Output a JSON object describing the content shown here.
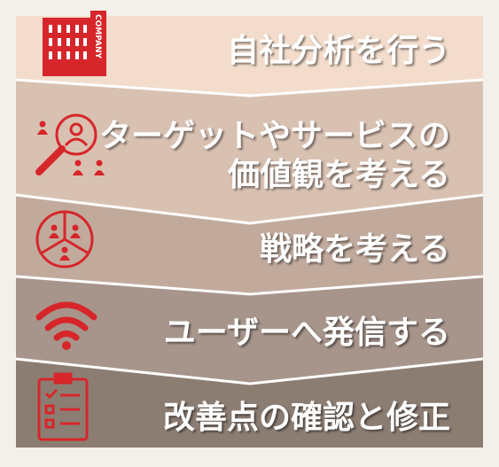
{
  "steps": [
    {
      "label": "自社分析を行う",
      "icon": "company-building-icon",
      "color": "#f3dccb"
    },
    {
      "label_line1": "ターゲットやサービスの",
      "label_line2": "価値観を考える",
      "icon": "target-search-icon",
      "color": "#d9c1b2"
    },
    {
      "label": "戦略を考える",
      "icon": "strategy-pie-icon",
      "color": "#c1aa9c"
    },
    {
      "label": "ユーザーへ発信する",
      "icon": "wifi-broadcast-icon",
      "color": "#a7958b"
    },
    {
      "label": "改善点の確認と修正",
      "icon": "clipboard-checklist-icon",
      "color": "#8c7d73"
    }
  ],
  "company_badge_text": "COMPANY",
  "accent_color": "#d6262a",
  "background_color": "#f3efea"
}
